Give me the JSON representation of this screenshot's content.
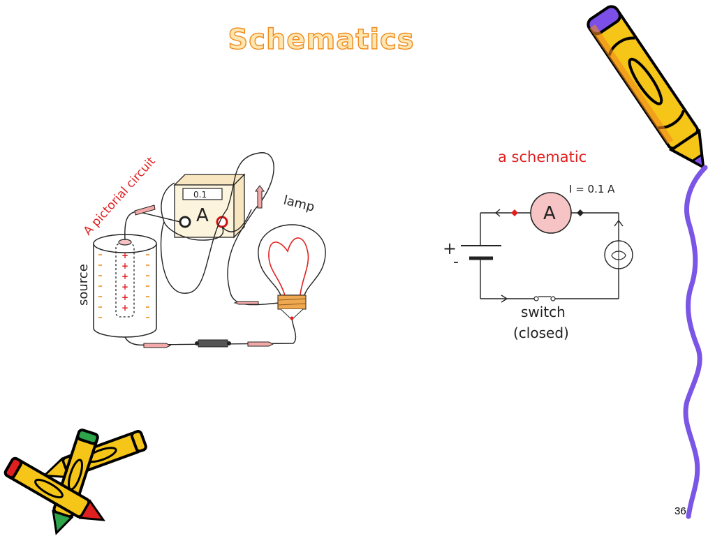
{
  "slide": {
    "title": "Schematics",
    "page_number": "36"
  },
  "pictorial": {
    "caption": "A pictorial circuit",
    "source_label": "source",
    "lamp_label": "lamp",
    "meter_reading": "0.1",
    "meter_symbol": "A",
    "plus_sign": "+",
    "minus_sign": "-"
  },
  "schematic": {
    "caption": "a schematic",
    "current_label": "I = 0.1 A",
    "ammeter_symbol": "A",
    "battery_plus": "+",
    "battery_minus": "-",
    "switch_label": "switch",
    "switch_state": "(closed)"
  },
  "colors": {
    "caption_red": "#e02020",
    "title_fill": "#fde6b0",
    "title_outline": "#f08a1c",
    "crayon_yellow": "#f5c518",
    "crayon_purple": "#7b4fe8",
    "squiggle_purple": "#7a55e6",
    "ammeter_fill": "#f6c4c4"
  }
}
